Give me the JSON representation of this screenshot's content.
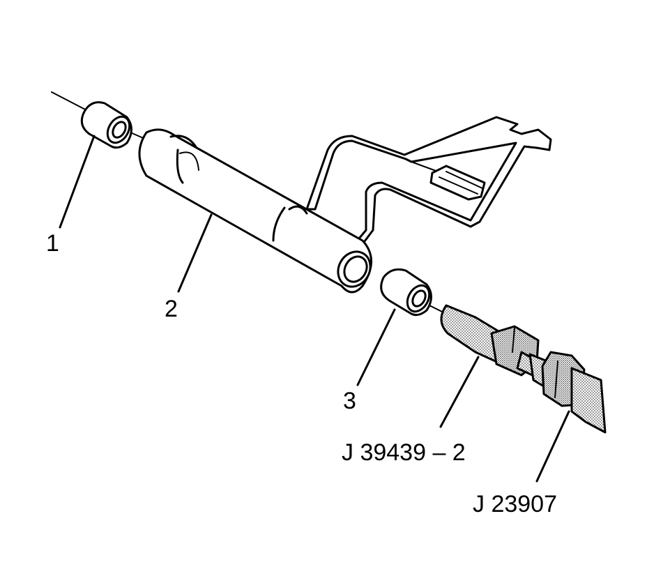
{
  "labels": {
    "item1": "1",
    "item2": "2",
    "item3": "3",
    "tool_remover": "J 39439 – 2",
    "tool_hammer": "J 23907"
  },
  "colors": {
    "line": "#000000",
    "background": "#ffffff",
    "knurl_shade": "#9a9a9a"
  }
}
